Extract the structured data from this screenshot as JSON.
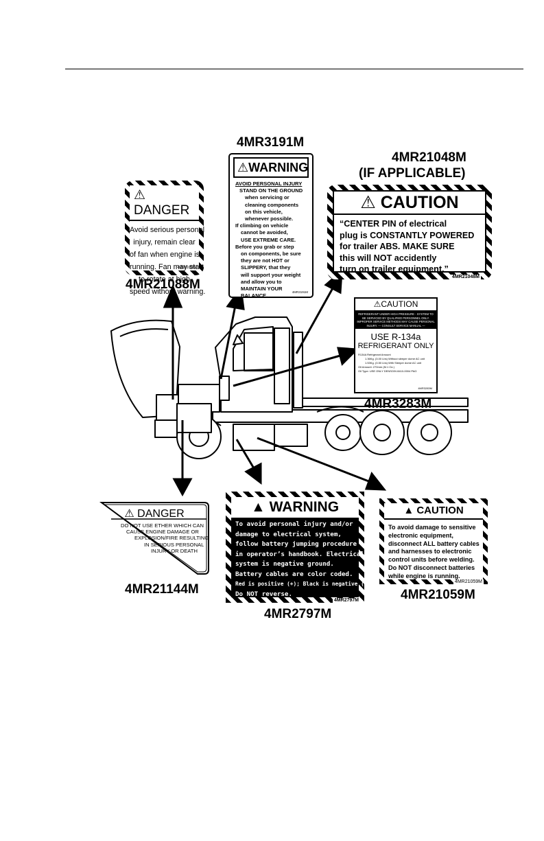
{
  "labels": {
    "danger_fan": {
      "code": "4MR21088M",
      "header": "DANGER",
      "lines": [
        "Avoid serious personal",
        "injury, remain clear",
        "of fan when engine is",
        "running. Fan may start",
        "to rotate at high",
        "speed without warning."
      ],
      "small_code": "4MR21088M"
    },
    "warning_step": {
      "code": "4MR3191M",
      "header": "WARNING",
      "heading": "AVOID PERSONAL INJURY",
      "lines": [
        "STAND ON THE GROUND",
        "when servicing or",
        "cleaning components",
        "on this vehicle,",
        "whenever possible.",
        "If climbing on vehicle",
        "cannot be avoided,",
        "USE EXTREME CARE.",
        "Before you grab or step",
        "on components, be sure",
        "they are not HOT or",
        "SLIPPERY, that they",
        "will support your weight",
        "and allow you to",
        "MAINTAIN YOUR",
        "BALANCE."
      ],
      "small_code": "4MR3191M"
    },
    "caution_pin": {
      "code": "4MR21048M",
      "applicable": "(IF APPLICABLE)",
      "header": "CAUTION",
      "lines": [
        "“CENTER PIN of electrical",
        "plug is CONSTANTLY POWERED",
        "for trailer ABS. MAKE SURE",
        "this will NOT accidently",
        "turn on trailer equipment.”"
      ],
      "small_code": "4MR21048M"
    },
    "caution_refrigerant": {
      "code": "4MR3283M",
      "header": "CAUTION",
      "black_text": "REFRIGERANT UNDER HIGH PRESSURE - SYSTEM TO BE SERVICED BY QUALIFIED PERSONNEL ONLY. IMPROPER SERVICE METHODS MAY CAUSE PERSONAL INJURY. — CONSULT SERVICE MANUAL —",
      "use": "USE R-134a",
      "only": "REFRIGERANT ONLY",
      "small_lines": [
        "R134A Refrigerant Amount",
        "1.36Kg. (3.00 Lbs) Without sleeper dome AC unit",
        "1.53Kg. (3.50 Lbs) With Sleeper dome AC unit",
        "Oil Amount: 270mm (M.1 Oz.)",
        "Oil Type: USE ONLY DENSO/N 8410-0004 PAG"
      ],
      "small_code": "4MR3283M"
    },
    "danger_ether": {
      "code": "4MR21144M",
      "header": "DANGER",
      "lines": [
        "DO NOT USE ETHER WHICH CAN",
        "CAUSE ENGINE DAMAGE OR",
        "EXPLOSION/FIRE RESULTING",
        "IN SERIOUS PERSONAL",
        "INJURY OR DEATH"
      ]
    },
    "warning_battery": {
      "code": "4MR2797M",
      "header": "WARNING",
      "lines": [
        "To avoid personal injury and/or",
        "damage to electrical system,",
        "follow battery jumping procedure",
        "in operator’s handbook. Electrical",
        "system is negative ground.",
        "Battery cables are color coded.",
        "Red is positive (+); Black is negative (–).",
        "Do NOT reverse."
      ],
      "small_code": "4MR2797M"
    },
    "caution_welding": {
      "code": "4MR21059M",
      "header": "CAUTION",
      "lines": [
        "To avoid damage to sensitive",
        "electronic equipment,",
        "disconnect ALL battery cables",
        "and harnesses to electronic",
        "control units before welding.",
        "Do NOT disconnect batteries",
        "while engine is running."
      ],
      "small_code": "4MR21059M"
    }
  }
}
